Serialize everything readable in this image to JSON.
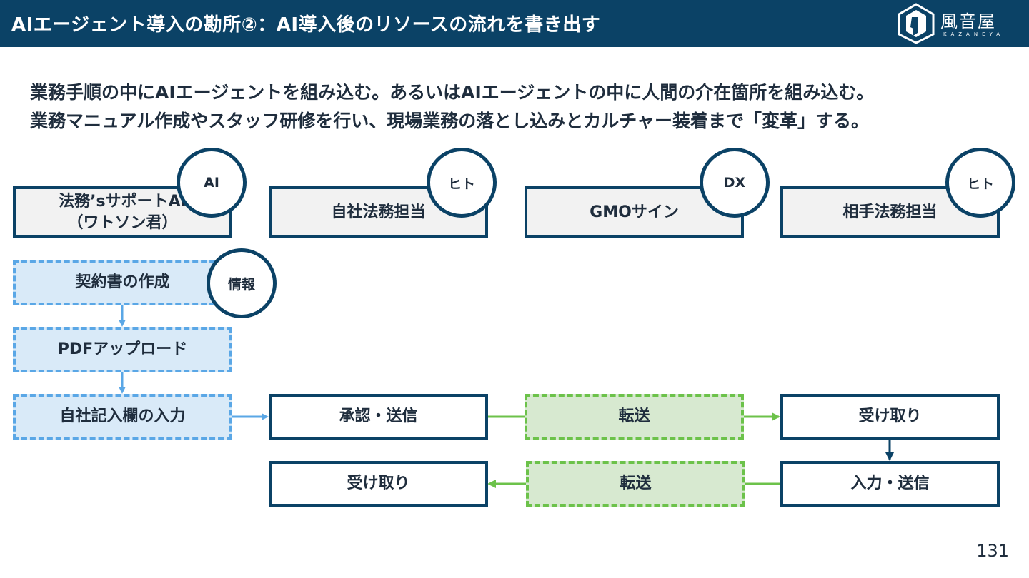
{
  "header": {
    "title": "AIエージェント導入の勘所②：AI導入後のリソースの流れを書き出す",
    "logo_name": "風音屋",
    "logo_sub": "KAZANEYA"
  },
  "subtitle": {
    "line1": "業務手順の中にAIエージェントを組み込む。あるいはAIエージェントの中に人間の介在箇所を組み込む。",
    "line2": "業務マニュアル作成やスタッフ研修を行い、現場業務の落とし込みとカルチャー装着まで「変革」する。"
  },
  "actors": [
    {
      "line1": "法務’sサポートAI",
      "line2": "（ワトソン君）",
      "badge": "AI"
    },
    {
      "line1": "自社法務担当",
      "line2": "",
      "badge": "ヒト"
    },
    {
      "line1": "GMOサイン",
      "line2": "",
      "badge": "DX"
    },
    {
      "line1": "相手法務担当",
      "line2": "",
      "badge": "ヒト"
    }
  ],
  "steps": {
    "create_contract": "契約書の作成",
    "info_badge": "情報",
    "pdf_upload": "PDFアップロード",
    "own_fields": "自社記入欄の入力",
    "approve_send": "承認・送信",
    "transfer1": "転送",
    "receive1": "受け取り",
    "input_send": "入力・送信",
    "transfer2": "転送",
    "receive2": "受け取り"
  },
  "page_number": "131",
  "colors": {
    "navy": "#0b4266",
    "ai_fill": "#d9eaf8",
    "ai_border": "#5aa7e6",
    "dx_fill": "#d7e9d0",
    "dx_border": "#6cc24a"
  }
}
